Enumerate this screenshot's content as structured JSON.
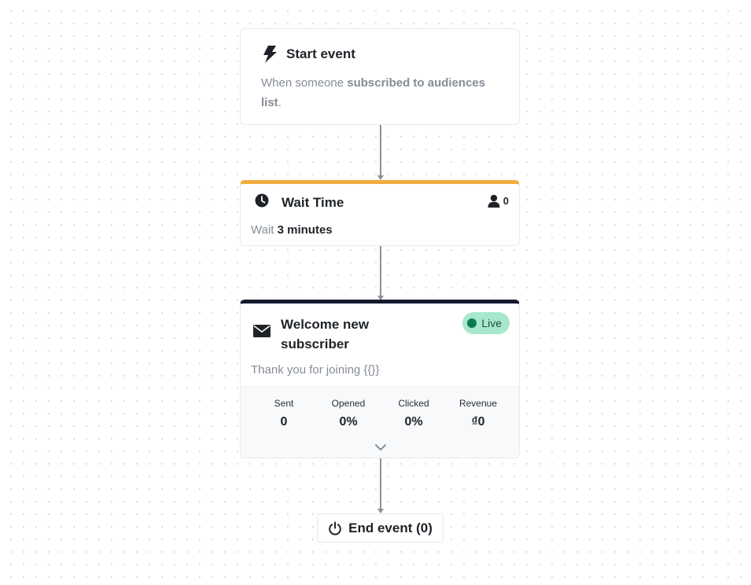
{
  "start_event": {
    "title": "Start event",
    "desc_prefix": "When someone ",
    "desc_bold": "subscribed to audiences list",
    "desc_suffix": ".",
    "icon": "lightning-icon"
  },
  "wait": {
    "title": "Wait Time",
    "count": "0",
    "desc_prefix": "Wait ",
    "desc_bold": "3 minutes",
    "accent": "#f0ad3f",
    "icon": "clock-icon"
  },
  "email": {
    "title": "Welcome new subscriber",
    "status": "Live",
    "status_bg": "#a7e8cc",
    "status_dot": "#0f7a4f",
    "desc": "Thank you for joining {{}}",
    "accent": "#151b2e",
    "icon": "envelope-icon",
    "stats": [
      {
        "label": "Sent",
        "value": "0"
      },
      {
        "label": "Opened",
        "value": "0%"
      },
      {
        "label": "Clicked",
        "value": "0%"
      },
      {
        "label": "Revenue",
        "value": "₫0"
      }
    ]
  },
  "end_event": {
    "label": "End event (0)",
    "icon": "power-icon"
  }
}
